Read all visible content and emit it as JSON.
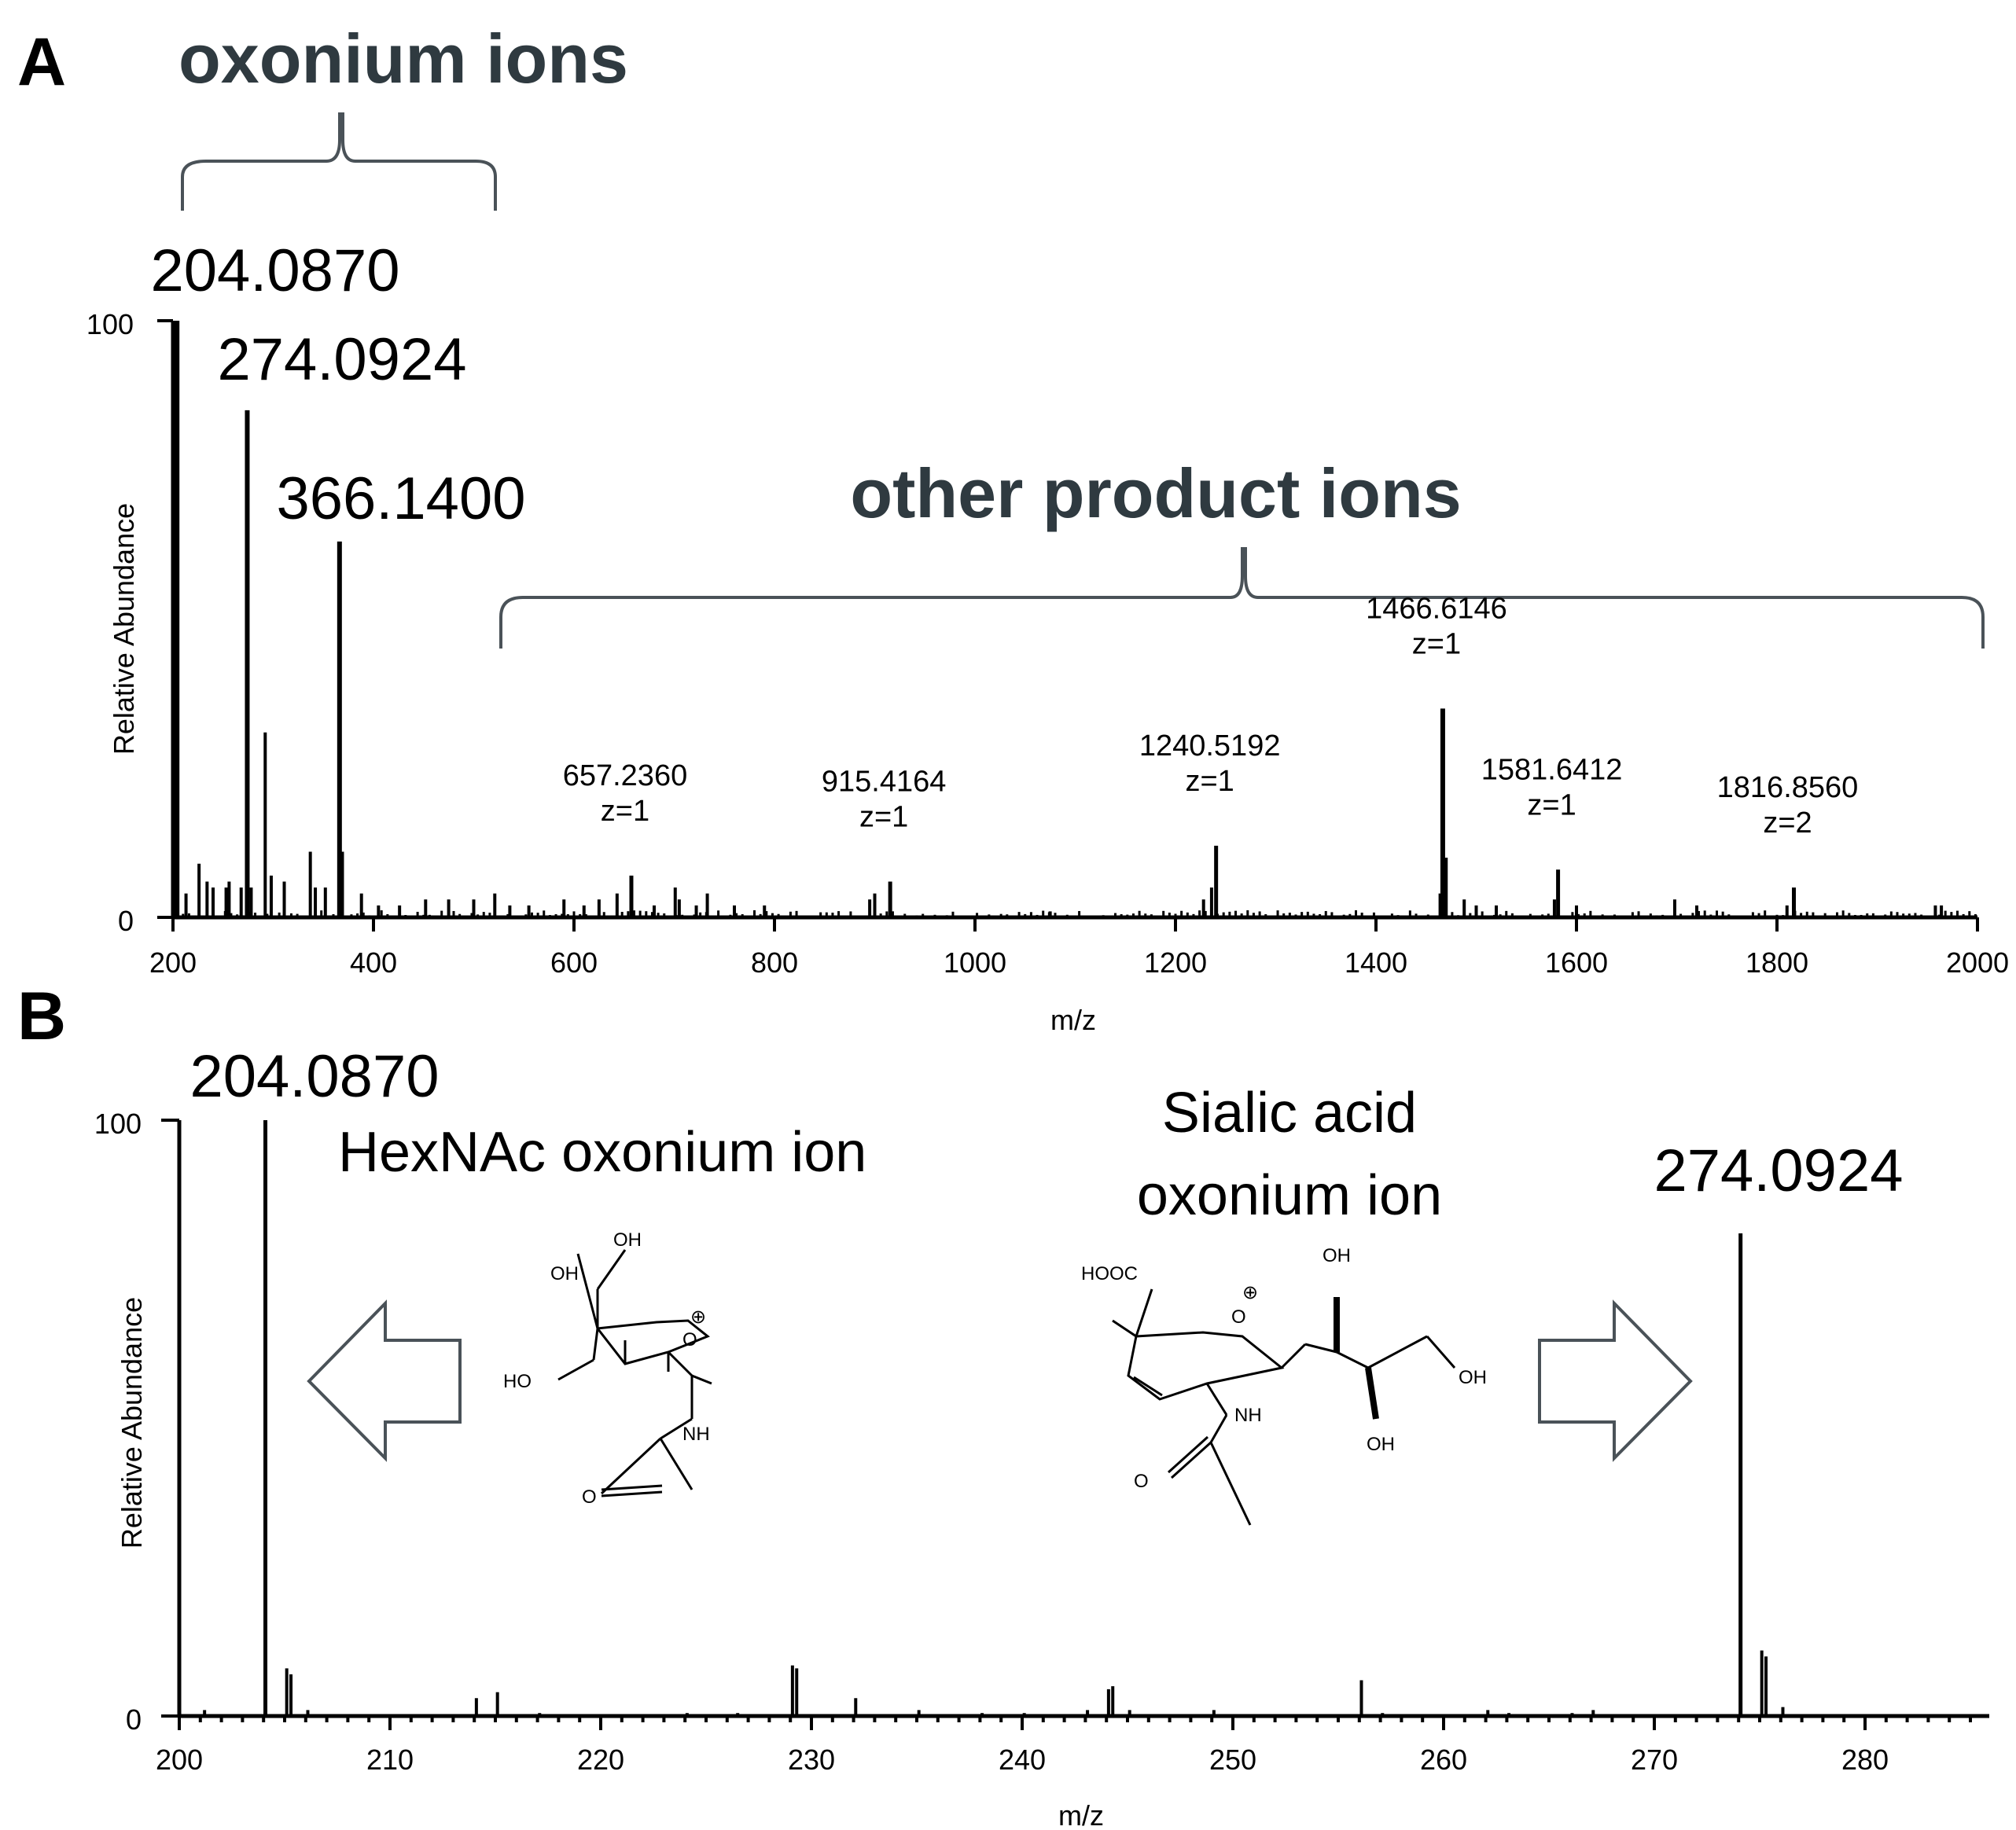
{
  "chart_data": [
    {
      "panel": "A",
      "type": "bar",
      "xlabel": "m/z",
      "ylabel": "Relative Abundance",
      "xlim": [
        200,
        2000
      ],
      "ylim": [
        0,
        100
      ],
      "x_ticks": [
        200,
        400,
        600,
        800,
        1000,
        1200,
        1400,
        1600,
        1800,
        2000
      ],
      "y_ticks": [
        0,
        100
      ],
      "groups": [
        {
          "label": "oxonium ions",
          "from": 210,
          "to": 520
        },
        {
          "label": "other product ions",
          "from": 530,
          "to": 2000
        }
      ],
      "labeled_peaks": [
        {
          "mz": 204.087,
          "y": 100,
          "label": "204.0870",
          "charge": ""
        },
        {
          "mz": 274.0924,
          "y": 85,
          "label": "274.0924",
          "charge": ""
        },
        {
          "mz": 366.14,
          "y": 63,
          "label": "366.1400",
          "charge": ""
        },
        {
          "mz": 657.236,
          "y": 7,
          "label": "657.2360",
          "charge": "z=1"
        },
        {
          "mz": 915.4164,
          "y": 6,
          "label": "915.4164",
          "charge": "z=1"
        },
        {
          "mz": 1240.5192,
          "y": 12,
          "label": "1240.5192",
          "charge": "z=1"
        },
        {
          "mz": 1466.6146,
          "y": 35,
          "label": "1466.6146",
          "charge": "z=1"
        },
        {
          "mz": 1581.6412,
          "y": 8,
          "label": "1581.6412",
          "charge": "z=1"
        },
        {
          "mz": 1816.856,
          "y": 5,
          "label": "1816.8560",
          "charge": "z=2"
        }
      ],
      "minor_peaks": [
        [
          213,
          4
        ],
        [
          226,
          9
        ],
        [
          234,
          6
        ],
        [
          240,
          5
        ],
        [
          253,
          5
        ],
        [
          256,
          6
        ],
        [
          268,
          5
        ],
        [
          278,
          5
        ],
        [
          292,
          31
        ],
        [
          298,
          7
        ],
        [
          311,
          6
        ],
        [
          337,
          11
        ],
        [
          342,
          5
        ],
        [
          352,
          5
        ],
        [
          369,
          11
        ],
        [
          388,
          4
        ],
        [
          405,
          2
        ],
        [
          426,
          2
        ],
        [
          452,
          3
        ],
        [
          475,
          3
        ],
        [
          500,
          3
        ],
        [
          521,
          4
        ],
        [
          536,
          2
        ],
        [
          555,
          2
        ],
        [
          590,
          3
        ],
        [
          610,
          2
        ],
        [
          625,
          3
        ],
        [
          643,
          4
        ],
        [
          680,
          2
        ],
        [
          701,
          5
        ],
        [
          705,
          3
        ],
        [
          722,
          2
        ],
        [
          733,
          4
        ],
        [
          760,
          2
        ],
        [
          790,
          2
        ],
        [
          895,
          3
        ],
        [
          900,
          4
        ],
        [
          1075,
          1
        ],
        [
          1228,
          3
        ],
        [
          1236,
          5
        ],
        [
          1464,
          4
        ],
        [
          1470,
          10
        ],
        [
          1488,
          3
        ],
        [
          1500,
          2
        ],
        [
          1520,
          2
        ],
        [
          1578,
          3
        ],
        [
          1600,
          2
        ],
        [
          1698,
          3
        ],
        [
          1720,
          2
        ],
        [
          1810,
          2
        ],
        [
          1958,
          2
        ],
        [
          1964,
          2
        ]
      ]
    },
    {
      "panel": "B",
      "type": "bar",
      "xlabel": "m/z",
      "ylabel": "Relative Abundance",
      "xlim": [
        200,
        286
      ],
      "ylim": [
        0,
        100
      ],
      "x_ticks": [
        200,
        210,
        220,
        230,
        240,
        250,
        260,
        270,
        280
      ],
      "y_ticks": [
        0,
        100
      ],
      "labeled_peaks": [
        {
          "mz": 204.087,
          "y": 100,
          "label": "204.0870"
        },
        {
          "mz": 274.0924,
          "y": 81,
          "label": "274.0924"
        }
      ],
      "minor_peaks": [
        [
          201.2,
          1
        ],
        [
          205.1,
          8
        ],
        [
          205.3,
          7
        ],
        [
          206.1,
          1
        ],
        [
          214.1,
          3
        ],
        [
          215.1,
          4
        ],
        [
          217.1,
          0.5
        ],
        [
          224.1,
          0.5
        ],
        [
          226.5,
          0.5
        ],
        [
          229.1,
          8.5
        ],
        [
          229.3,
          8
        ],
        [
          232.1,
          3
        ],
        [
          235.1,
          1
        ],
        [
          238.1,
          0.5
        ],
        [
          240.1,
          0.5
        ],
        [
          243.1,
          1
        ],
        [
          244.1,
          4.5
        ],
        [
          244.3,
          5
        ],
        [
          245.1,
          1
        ],
        [
          249.1,
          1
        ],
        [
          256.1,
          6
        ],
        [
          257.1,
          0.5
        ],
        [
          262.1,
          1
        ],
        [
          263.1,
          0.5
        ],
        [
          266.1,
          0.5
        ],
        [
          267.1,
          1
        ],
        [
          275.1,
          11
        ],
        [
          275.3,
          10
        ],
        [
          276.1,
          1.5
        ]
      ],
      "annotations": [
        {
          "text": "HexNAc oxonium ion",
          "arrow": "left"
        },
        {
          "text": "Sialic acid",
          "text2": "oxonium ion",
          "arrow": "right"
        }
      ],
      "structure_atom_labels": {
        "hexnac": [
          "OH",
          "OH",
          "HO",
          "NH",
          "O",
          "O",
          "⊕"
        ],
        "sialic": [
          "HOOC",
          "O",
          "⊕",
          "OH",
          "OH",
          "OH",
          "NH",
          "O"
        ]
      }
    }
  ]
}
